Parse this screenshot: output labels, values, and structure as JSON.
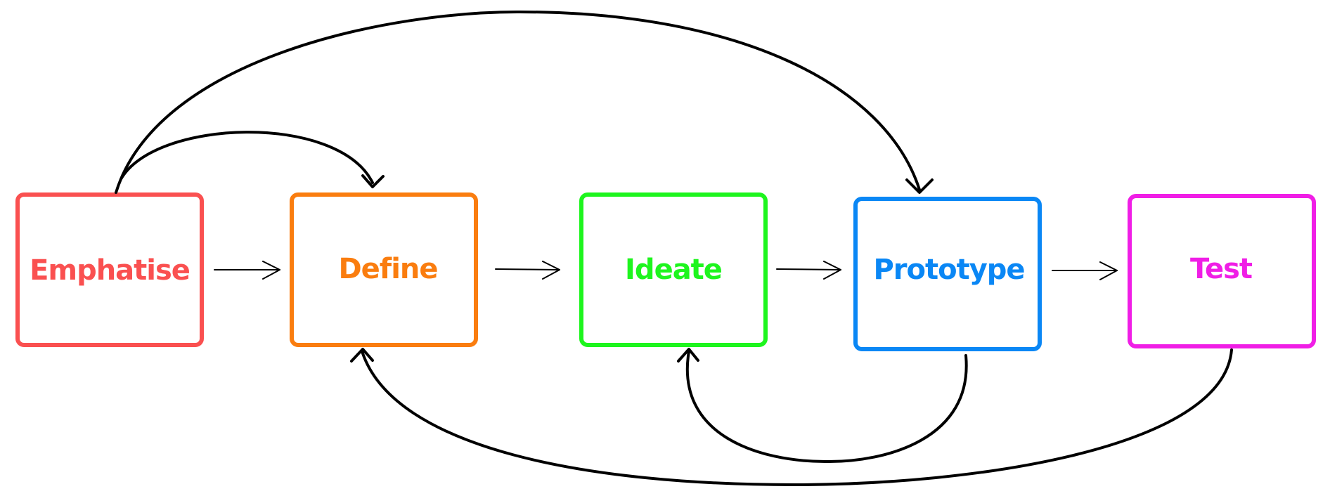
{
  "diagram": {
    "nodes": [
      {
        "id": "emphatise",
        "label": "Emphatise",
        "color": "#fa5050"
      },
      {
        "id": "define",
        "label": "Define",
        "color": "#fa7d0f"
      },
      {
        "id": "ideate",
        "label": "Ideate",
        "color": "#1ef51e"
      },
      {
        "id": "prototype",
        "label": "Prototype",
        "color": "#0a87f5"
      },
      {
        "id": "test",
        "label": "Test",
        "color": "#f01ee6"
      }
    ],
    "edges": [
      {
        "from": "Emphatise",
        "to": "Define",
        "kind": "straight"
      },
      {
        "from": "Define",
        "to": "Ideate",
        "kind": "straight"
      },
      {
        "from": "Ideate",
        "to": "Prototype",
        "kind": "straight"
      },
      {
        "from": "Prototype",
        "to": "Test",
        "kind": "straight"
      },
      {
        "from": "Emphatise",
        "to": "Define",
        "kind": "curved-above"
      },
      {
        "from": "Emphatise",
        "to": "Prototype",
        "kind": "curved-above"
      },
      {
        "from": "Prototype",
        "to": "Ideate",
        "kind": "curved-below"
      },
      {
        "from": "Test",
        "to": "Define",
        "kind": "curved-below"
      }
    ],
    "line_color": "#000000"
  }
}
